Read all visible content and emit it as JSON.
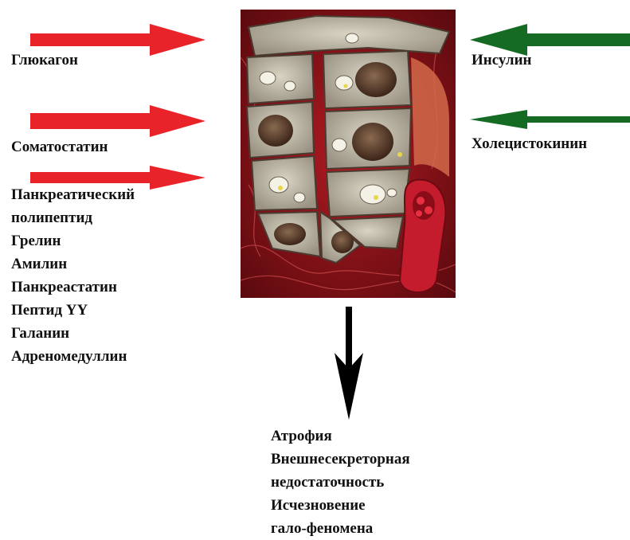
{
  "colors": {
    "stimulating_arrow": "#e8242a",
    "inhibiting_arrow": "#166b24",
    "output_arrow": "#000000"
  },
  "icons": {
    "tissue": "pancreatic-acinar-tissue-illustration"
  },
  "left_inputs": [
    {
      "label": "Глюкагон"
    },
    {
      "label": "Соматостатин"
    }
  ],
  "left_list": [
    "Панкреатический",
    "полипептид",
    "Грелин",
    "Амилин",
    "Панкреастатин",
    "Пептид YY",
    "Галанин",
    "Адреномедуллин"
  ],
  "right_inputs": [
    {
      "label": "Инсулин"
    },
    {
      "label": "Холецистокинин"
    }
  ],
  "outcomes": [
    "Атрофия",
    "Внешнесекреторная",
    "недостаточность",
    "Исчезновение",
    "гало-феномена"
  ]
}
